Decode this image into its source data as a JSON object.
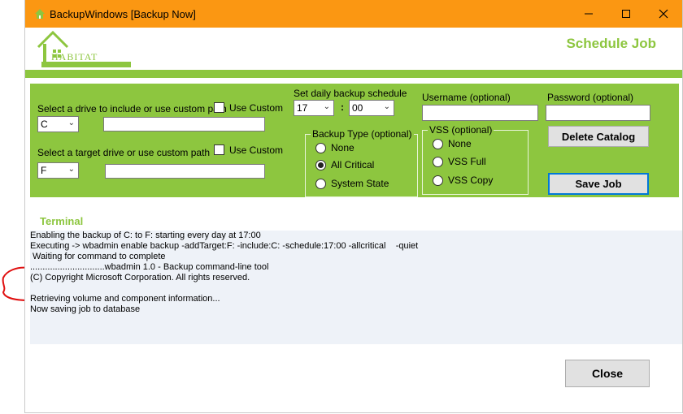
{
  "window": {
    "title": "BackupWindows [Backup Now]"
  },
  "header": {
    "logo_text": "HABITAT",
    "schedule_title": "Schedule Job"
  },
  "form": {
    "include_label": "Select a drive to include or use custom path",
    "include_custom_label": "Use Custom",
    "include_drive": "C",
    "target_label": "Select a target drive or use custom path",
    "target_custom_label": "Use Custom",
    "target_drive": "F",
    "schedule_label": "Set daily backup schedule",
    "hour": "17",
    "time_sep": ":",
    "minute": "00",
    "backup_type_title": "Backup Type (optional)",
    "backup_types": [
      "None",
      "All Critical",
      "System State"
    ],
    "backup_type_selected": "All Critical",
    "vss_title": "VSS (optional)",
    "vss_options": [
      "None",
      "VSS Full",
      "VSS Copy"
    ],
    "username_label": "Username (optional)",
    "password_label": "Password (optional)",
    "delete_catalog_label": "Delete Catalog",
    "save_job_label": "Save Job"
  },
  "terminal": {
    "title": "Terminal",
    "lines": [
      "Enabling the backup of C: to F: starting every day at 17:00",
      "Executing -> wbadmin enable backup -addTarget:F: -include:C: -schedule:17:00 -allcritical    -quiet",
      " Waiting for command to complete",
      "..............................wbadmin 1.0 - Backup command-line tool",
      "(C) Copyright Microsoft Corporation. All rights reserved.",
      "",
      "Retrieving volume and component information...",
      "Now saving job to database"
    ]
  },
  "footer": {
    "close_label": "Close"
  },
  "colors": {
    "titlebar": "#fb9712",
    "accent_green": "#8dc63f",
    "terminal_bg": "#eef2f8"
  }
}
